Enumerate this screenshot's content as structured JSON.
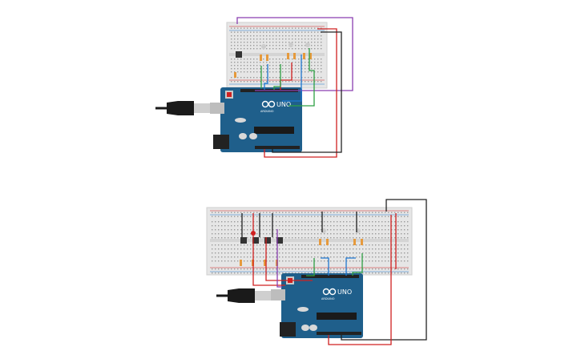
{
  "canvas": {
    "background": "#ffffff"
  },
  "circuits": [
    {
      "board": {
        "brand_label": "UNO",
        "sub_label": "ARDUINO",
        "color": "#1f5f8b"
      },
      "breadboard": {
        "color": "#e6e6e6"
      },
      "usb_cable": {
        "icon": "usb-plug-icon",
        "color": "#1a1a1a"
      }
    },
    {
      "board": {
        "brand_label": "UNO",
        "sub_label": "ARDUINO",
        "color": "#1f5f8b"
      },
      "breadboard": {
        "color": "#e6e6e6"
      },
      "usb_cable": {
        "icon": "usb-plug-icon",
        "color": "#1a1a1a"
      }
    }
  ],
  "wire_colors": {
    "red": "#d02020",
    "black": "#222222",
    "green": "#2ea043",
    "blue": "#1f77d0",
    "purple": "#8a3fb0"
  }
}
